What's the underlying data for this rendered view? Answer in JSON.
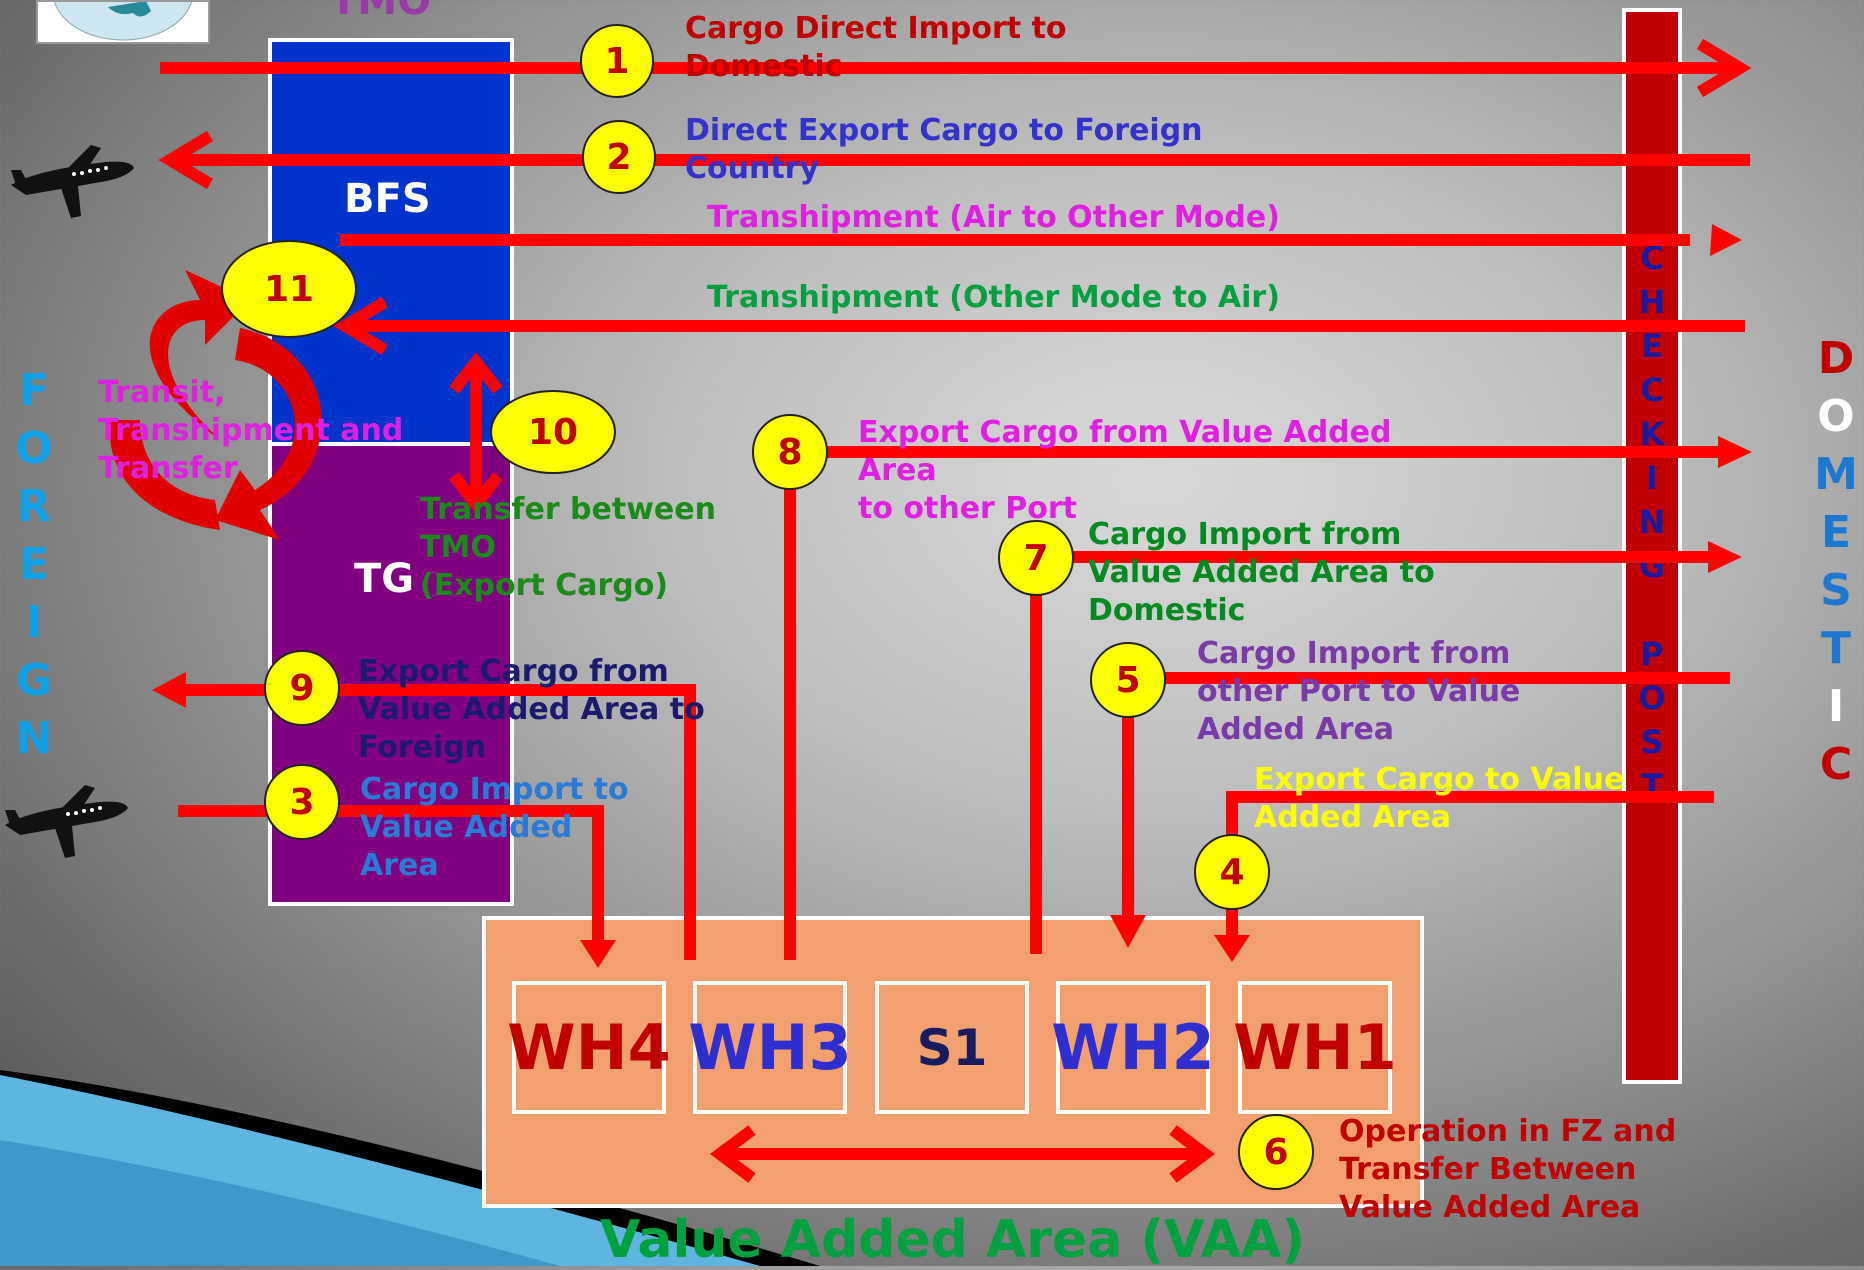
{
  "header": {
    "title_fragment": "TMO"
  },
  "zones": {
    "bfs": "BFS",
    "tg": "TG",
    "vaa": "Value Added Area (VAA)",
    "checking_post": [
      "C",
      "H",
      "E",
      "C",
      "K",
      "I",
      "N",
      "G",
      "",
      "P",
      "O",
      "S",
      "T"
    ],
    "foreign": [
      "F",
      "O",
      "R",
      "E",
      "I",
      "G",
      "N"
    ],
    "domestic": [
      "D",
      "O",
      "M",
      "E",
      "S",
      "T",
      "I",
      "C"
    ]
  },
  "warehouses": [
    {
      "label": "WH4",
      "color": "#c00000"
    },
    {
      "label": "WH3",
      "color": "#2f2fd0"
    },
    {
      "label": "S1",
      "color": "#1a1a5e"
    },
    {
      "label": "WH2",
      "color": "#2f2fd0"
    },
    {
      "label": "WH1",
      "color": "#c00000"
    }
  ],
  "flows": [
    {
      "number": "1",
      "lines": [
        "Cargo Direct Import to",
        "Domestic"
      ],
      "color": "#c00000"
    },
    {
      "number": "2",
      "lines": [
        "Direct Export Cargo to Foreign",
        "Country"
      ],
      "color": "#3333cc"
    },
    {
      "number": "",
      "lines": [
        "Transhipment (Air to Other Mode)"
      ],
      "color": "#e020e0"
    },
    {
      "number": "",
      "lines": [
        "Transhipment (Other Mode to Air)"
      ],
      "color": "#00a040"
    },
    {
      "number": "3",
      "lines": [
        "Cargo Import to",
        "Value Added",
        "Area"
      ],
      "color": "#2a7ad8"
    },
    {
      "number": "4",
      "lines": [
        "Export Cargo to Value",
        "Added Area"
      ],
      "color": "#ffff00"
    },
    {
      "number": "5",
      "lines": [
        "Cargo Import from",
        "other Port to Value",
        "Added Area"
      ],
      "color": "#7a3aa8"
    },
    {
      "number": "6",
      "lines": [
        "Operation in FZ and",
        "Transfer Between",
        "Value Added Area"
      ],
      "color": "#c00000"
    },
    {
      "number": "7",
      "lines": [
        "Cargo Import from",
        "Value Added Area to",
        "Domestic"
      ],
      "color": "#008a20"
    },
    {
      "number": "8",
      "lines": [
        "Export Cargo from Value Added",
        "Area",
        "to other Port"
      ],
      "color": "#e020e0"
    },
    {
      "number": "9",
      "lines": [
        "Export Cargo from",
        "Value Added Area to",
        "Foreign"
      ],
      "color": "#1a1a6e"
    },
    {
      "number": "10",
      "lines": [
        "Transfer between",
        "TMO",
        "(Export Cargo)"
      ],
      "color": "#1a8a1a"
    },
    {
      "number": "11",
      "lines": [
        "Transit,",
        "Transhipment and",
        "Transfer"
      ],
      "color": "#e020e0"
    }
  ],
  "icons": [
    "globe-icon",
    "airplane-icon",
    "airplane-icon"
  ],
  "colors": {
    "arrow": "#ff0000",
    "bfs": "#0033cc",
    "tg": "#800080",
    "checking_post": "#c00000",
    "vaa_fill": "#f2a070",
    "badge": "#ffff00"
  }
}
